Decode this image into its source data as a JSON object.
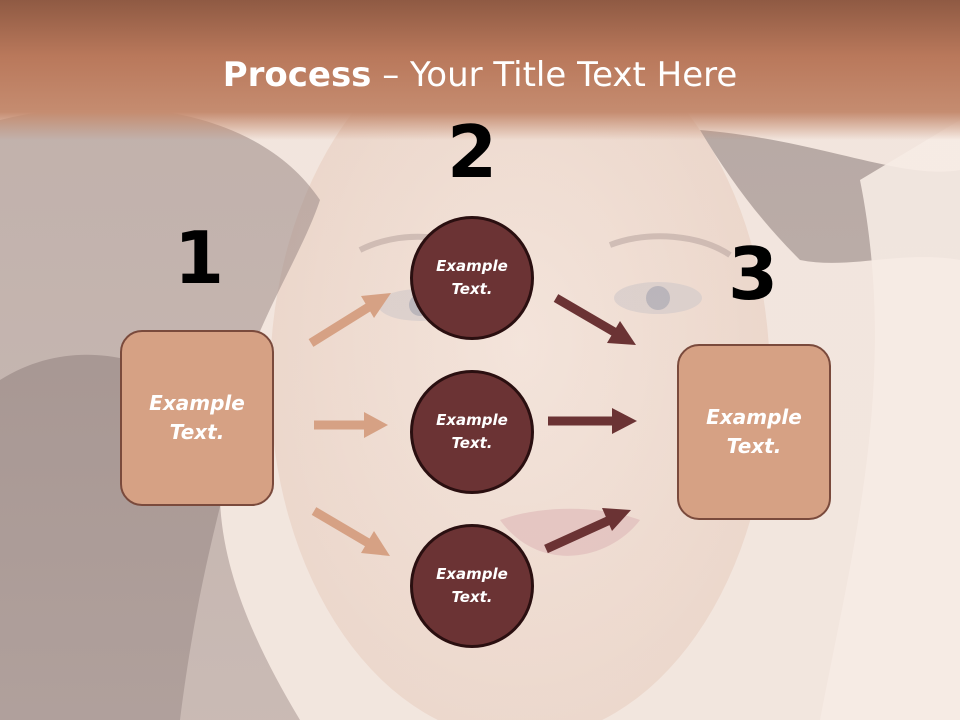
{
  "title": {
    "bold": "Process",
    "rest": " – Your Title Text Here"
  },
  "steps": {
    "one": "1",
    "two": "2",
    "three": "3"
  },
  "left_box": {
    "text": "Example Text."
  },
  "right_box": {
    "text": "Example Text."
  },
  "circles": [
    {
      "text": "Example Text."
    },
    {
      "text": "Example Text."
    },
    {
      "text": "Example Text."
    }
  ],
  "colors": {
    "title_band": "#b9785b",
    "box_fill": "#d6a184",
    "circle_fill": "#6b3334",
    "arrow_light": "#d6a184",
    "arrow_dark": "#6b3334"
  }
}
